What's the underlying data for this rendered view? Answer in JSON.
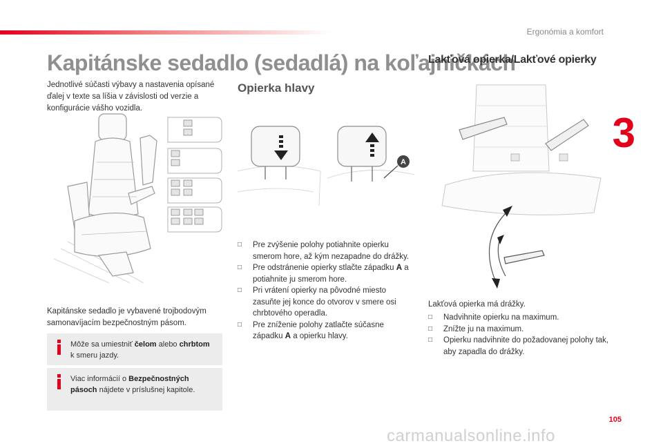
{
  "header": {
    "section_title": "Ergonómia a komfort",
    "chapter_number": "3"
  },
  "page": {
    "main_title": "Kapitánske sedadlo (sedadlá) na koľajničkách",
    "intro": "Jednotlivé súčasti výbavy a nastavenia opísané ďalej v texte sa líšia v závislosti od verzie a konfigurácie vášho vozidla.",
    "seat_note": "Kapitánske sedadlo je vybavené trojbodovým samonavíjacím bezpečnostným pásom.",
    "page_number": "105",
    "watermark": "carmanualsonline.info"
  },
  "info_boxes": [
    {
      "before": "Môže sa umiestniť ",
      "bold1": "čelom",
      "middle": " alebo ",
      "bold2": "chrbtom",
      "after": " k smeru jazdy."
    },
    {
      "before": "Viac informácií o ",
      "bold1": "Bezpečnostných pásoch",
      "after": " nájdete v príslušnej kapitole."
    }
  ],
  "headrest": {
    "heading": "Opierka hlavy",
    "callout": "A",
    "steps": [
      {
        "text": "Pre zvýšenie polohy potiahnite opierku smerom hore, až kým nezapadne do drážky."
      },
      {
        "text": "Pre odstránenie opierky stlačte západku ",
        "bold": "A",
        "after": " a potiahnite ju smerom hore."
      },
      {
        "text": "Pri vrátení opierky na pôvodné miesto zasuňte jej konce do otvorov v smere osi chrbtového operadla."
      },
      {
        "text": "Pre zníženie polohy zatlačte súčasne západku ",
        "bold": "A",
        "after": " a opierku hlavy."
      }
    ]
  },
  "armrest": {
    "heading": "Lakťová opierka/Lakťové opierky",
    "lead": "Lakťová opierka má drážky.",
    "steps": [
      {
        "text": "Nadvihnite opierku na maximum."
      },
      {
        "text": "Znížte ju na maximum."
      },
      {
        "text": "Opierku nadvihnite do požadovanej polohy tak, aby zapadla do drážky."
      }
    ]
  },
  "icons": {
    "bullet": "square-bullet-icon",
    "info": "info-icon"
  },
  "colors": {
    "accent": "#e2001a",
    "title_gray": "#8f8f8f",
    "info_bg": "#ececec"
  }
}
